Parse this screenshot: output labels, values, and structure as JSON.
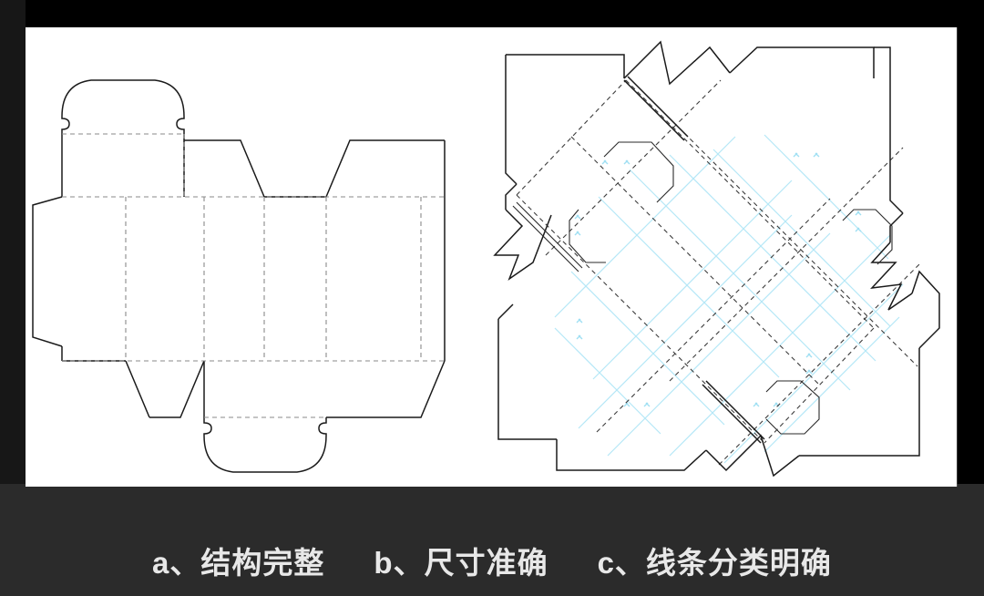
{
  "slide": {
    "background_color": "#000000",
    "lower_band_color": "#2b2b2b",
    "panel_color": "#ffffff"
  },
  "caption": {
    "items": [
      {
        "id": "a",
        "label": "a、结构完整"
      },
      {
        "id": "b",
        "label": "b、尺寸准确"
      },
      {
        "id": "c",
        "label": "c、线条分类明确"
      }
    ],
    "text_color": "#e8e8e8"
  },
  "figures": [
    {
      "name": "tuck-end-carton-dieline",
      "description": "直线式插盒刀版图 — 正交展开的折叠纸盒模切图，含顶部与底部插舌、侧面防尘翼、左侧粘合边",
      "orientation": "orthogonal",
      "line_types": {
        "cut_line": {
          "style": "solid",
          "color": "#1a1a1a"
        },
        "crease_line": {
          "style": "dashed",
          "color": "#8a8a8a"
        }
      },
      "parts": [
        "glue-flap",
        "panel-1",
        "panel-2",
        "panel-3",
        "panel-4",
        "top-tuck-flap",
        "bottom-tuck-flap",
        "top-dust-flaps",
        "bottom-dust-flaps"
      ]
    },
    {
      "name": "crash-lock-bottom-dieline",
      "description": "旋转 45° 的自动锁底盒刀版图 — 含锯齿互锁舌、内部切口及浅蓝色辅助参考线",
      "orientation": "rotated-45",
      "line_types": {
        "cut_line": {
          "style": "solid",
          "color": "#1a1a1a"
        },
        "crease_line": {
          "style": "dashed",
          "color": "#3c3c3c"
        },
        "guide_line": {
          "style": "solid",
          "color": "#b5e7f7"
        }
      },
      "parts": [
        "outer-contour",
        "zigzag-lock-tab-top",
        "zigzag-lock-tab-left",
        "zigzag-lock-tab-right",
        "zigzag-lock-tab-bottom",
        "inner-cutout-upper-left",
        "inner-cutout-lower-right",
        "guide-grid"
      ]
    }
  ]
}
